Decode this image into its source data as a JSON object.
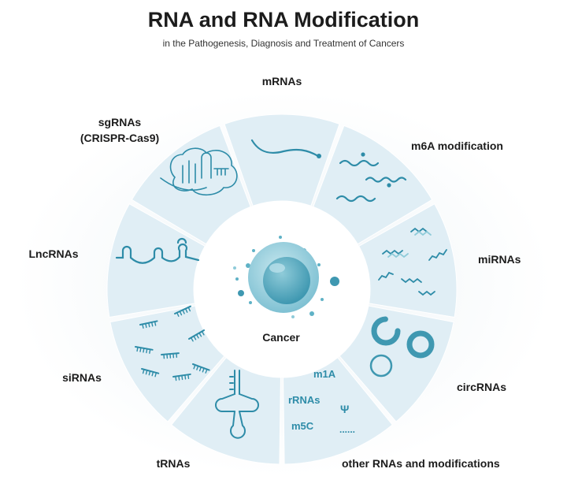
{
  "header": {
    "title": "RNA and RNA Modification",
    "subtitle": "in the Pathogenesis, Diagnosis and Treatment of Cancers"
  },
  "center": {
    "label": "Cancer"
  },
  "segments": [
    {
      "label": "mRNAs"
    },
    {
      "label": "m6A modification"
    },
    {
      "label": "miRNAs"
    },
    {
      "label": "circRNAs"
    },
    {
      "label": "other RNAs and modifications"
    },
    {
      "label": "tRNAs"
    },
    {
      "label": "siRNAs"
    },
    {
      "label": "LncRNAs"
    },
    {
      "label_line1": "sgRNAs",
      "label_line2": "(CRISPR-Cas9)"
    }
  ],
  "other_rnas": {
    "items": [
      "m1A",
      "rRNAs",
      "Ψ",
      "m5C",
      "......"
    ]
  },
  "colors": {
    "segment_fill": "#e0eef5",
    "icon": "#2e8ca8",
    "cell_core": "#5fb2c6",
    "cell_body": "#9fd1de"
  }
}
